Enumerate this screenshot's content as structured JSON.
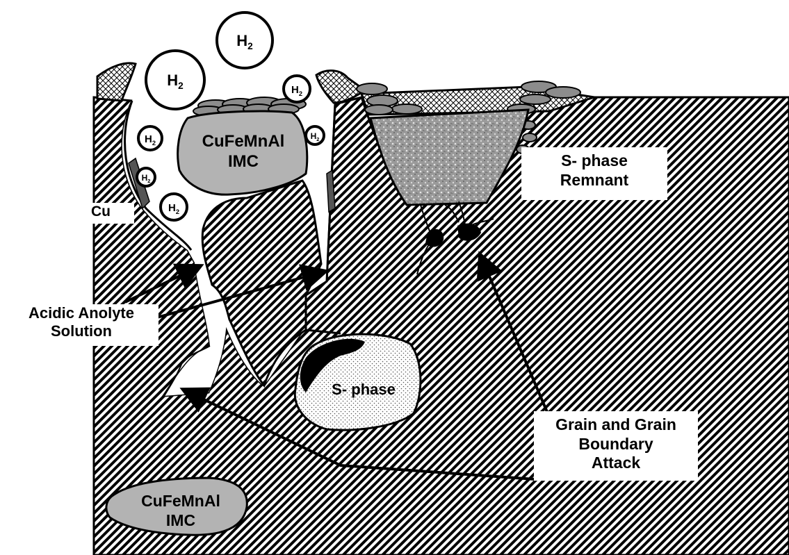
{
  "labels": {
    "cu": "Cu",
    "acidic_anolyte": "Acidic Anolyte Solution",
    "acidic_anolyte_line1": "Acidic Anolyte",
    "acidic_anolyte_line2": "Solution",
    "imc_line1": "CuFeMnAl",
    "imc_line2": "IMC",
    "s_phase": "S- phase",
    "s_phase_remnant_line1": "S- phase",
    "s_phase_remnant_line2": "Remnant",
    "grain_attack_line1": "Grain and Grain",
    "grain_attack_line2": "Boundary",
    "grain_attack_line3": "Attack"
  },
  "hydrogen": {
    "symbol": "H",
    "subscript": "2"
  },
  "colors": {
    "outline": "#000000",
    "imc_fill": "#b3b3b3",
    "corrosion_product": "#8c8c8c",
    "hatch": "#000000",
    "background": "#ffffff"
  }
}
